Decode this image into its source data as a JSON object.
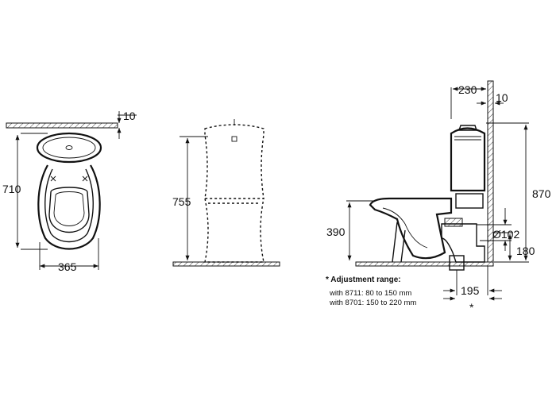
{
  "drawing": {
    "top_view": {
      "depth": "710",
      "width": "365",
      "wall_gap": "10"
    },
    "back_view": {
      "height": "755"
    },
    "side_view": {
      "tank_offset": "230",
      "wall_gap": "10",
      "total_height": "870",
      "seat_height": "390",
      "outlet_diameter": "Ø102",
      "outlet_height": "180",
      "outlet_distance": "195",
      "asterisk": "*"
    },
    "note": {
      "title": "* Adjustment range:",
      "lines": [
        "with 8711:   80 to 150 mm",
        "with 8701: 150 to 220 mm"
      ]
    }
  }
}
